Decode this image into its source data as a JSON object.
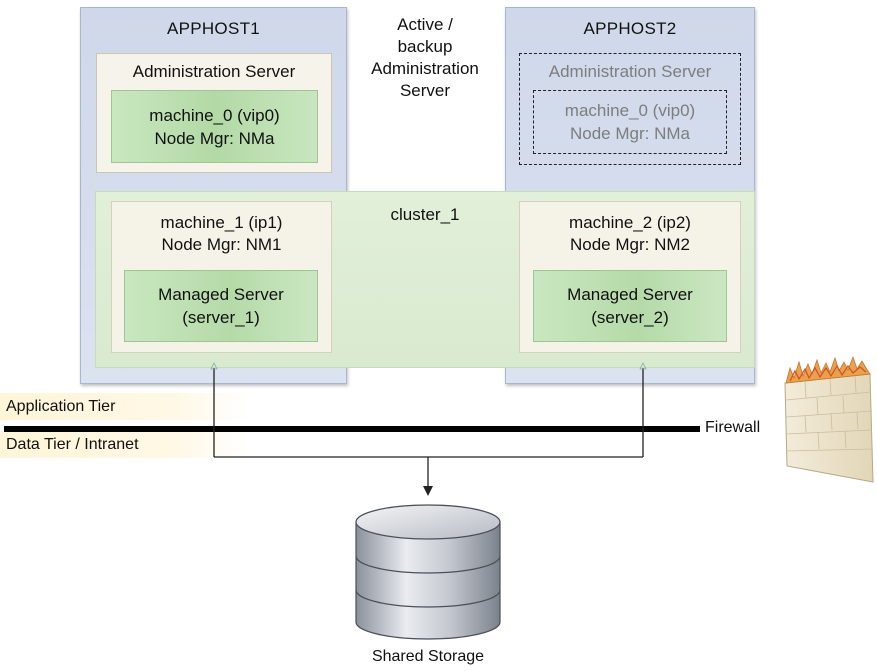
{
  "hosts": {
    "host1": {
      "title": "APPHOST1",
      "admin_server": {
        "title": "Administration Server",
        "machine_line1": "machine_0 (vip0)",
        "machine_line2": "Node Mgr: NMa"
      },
      "machine": {
        "line1": "machine_1 (ip1)",
        "line2": "Node Mgr: NM1",
        "managed_line1": "Managed Server",
        "managed_line2": "(server_1)"
      }
    },
    "host2": {
      "title": "APPHOST2",
      "admin_server": {
        "title": "Administration Server",
        "machine_line1": "machine_0 (vip0)",
        "machine_line2": "Node Mgr: NMa"
      },
      "machine": {
        "line1": "machine_2 (ip2)",
        "line2": "Node Mgr: NM2",
        "managed_line1": "Managed Server",
        "managed_line2": "(server_2)"
      }
    }
  },
  "middle_label": {
    "line1": "Active /",
    "line2": "backup",
    "line3": "Administration",
    "line4": "Server"
  },
  "cluster": {
    "label": "cluster_1"
  },
  "tiers": {
    "application": "Application Tier",
    "data": "Data Tier / Intranet",
    "firewall": "Firewall"
  },
  "storage": {
    "label": "Shared Storage"
  },
  "colors": {
    "host_bg": "#d3dbec",
    "cluster_bg": "#dfeed6",
    "server_green": "#b9dcad",
    "admin_bg": "#f6f4ea",
    "tier_bg": "#fff6dc",
    "storage_gray": "#9aa0ab"
  },
  "icons": [
    "firewall-icon",
    "database-icon",
    "arrow-down-icon"
  ]
}
